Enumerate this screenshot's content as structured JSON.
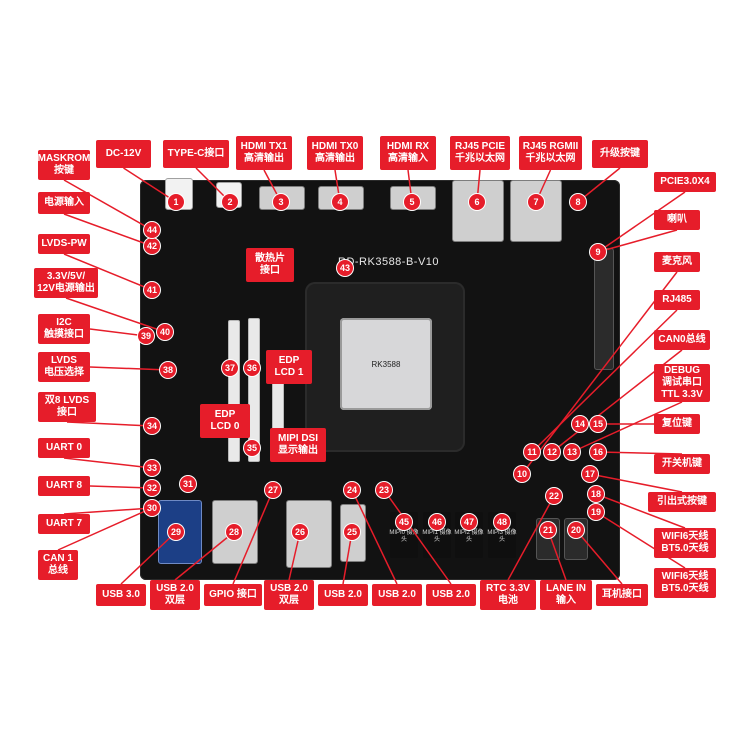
{
  "board_silk": "RD-RK3588-B-V10",
  "soc_text": "RK3588",
  "colors": {
    "callout": "#e61d2a",
    "board": "#121212",
    "line": "#e61d2a"
  },
  "callouts": {
    "dc": [
      "DC-12V"
    ],
    "typec": [
      "TYPE-C接口"
    ],
    "hdmitx1": [
      "HDMI TX1",
      "高清输出"
    ],
    "hdmitx0": [
      "HDMI TX0",
      "高清输出"
    ],
    "hdmirx": [
      "HDMI RX",
      "高清输入"
    ],
    "rj45pcie": [
      "RJ45 PCIE",
      "千兆以太网"
    ],
    "rj45rgmii": [
      "RJ45 RGMII",
      "千兆以太网"
    ],
    "upgrade": [
      "升级按键"
    ],
    "maskrom": [
      "MASKROM",
      "按键"
    ],
    "power_in": [
      "电源输入"
    ],
    "lvdspw": [
      "LVDS-PW"
    ],
    "pwrout": [
      "3.3V/5V/",
      "12V电源输出"
    ],
    "i2c": [
      "I2C",
      "触摸接口"
    ],
    "lvdsv": [
      "LVDS",
      "电压选择"
    ],
    "dual8lvds": [
      "双8 LVDS",
      "接口"
    ],
    "uart0": [
      "UART 0"
    ],
    "uart8": [
      "UART 8"
    ],
    "uart7": [
      "UART 7"
    ],
    "can1": [
      "CAN 1",
      "总线"
    ],
    "heatsink": [
      "散热片",
      "接口"
    ],
    "edp1": [
      "EDP",
      "LCD 1"
    ],
    "edp0": [
      "EDP",
      "LCD 0"
    ],
    "mipidsi": [
      "MIPI DSI",
      "显示输出"
    ],
    "pcie": [
      "PCIE3.0X4"
    ],
    "speaker": [
      "喇叭"
    ],
    "mic": [
      "麦克风"
    ],
    "rj485": [
      "RJ485"
    ],
    "can0": [
      "CAN0总线"
    ],
    "debug": [
      "DEBUG",
      "调试串口",
      "TTL 3.3V"
    ],
    "reset": [
      "复位键"
    ],
    "pwrkey": [
      "开关机键"
    ],
    "extkey": [
      "引出式按键"
    ],
    "wifi1": [
      "WIFI6天线",
      "BT5.0天线"
    ],
    "wifi2": [
      "WIFI6天线",
      "BT5.0天线"
    ],
    "usb30": [
      "USB 3.0"
    ],
    "usb20d1": [
      "USB 2.0",
      "双层"
    ],
    "gpio": [
      "GPIO 接口"
    ],
    "usb20d2": [
      "USB 2.0",
      "双层"
    ],
    "usb20a": [
      "USB 2.0"
    ],
    "usb20b": [
      "USB 2.0"
    ],
    "usb20c": [
      "USB 2.0"
    ],
    "rtc": [
      "RTC 3.3V",
      "电池"
    ],
    "lanein": [
      "LANE IN",
      "输入"
    ],
    "earphone": [
      "耳机接口"
    ]
  },
  "numbers": [
    "1",
    "2",
    "3",
    "4",
    "5",
    "6",
    "7",
    "8",
    "9",
    "10",
    "11",
    "12",
    "13",
    "14",
    "15",
    "16",
    "17",
    "18",
    "19",
    "20",
    "21",
    "22",
    "23",
    "24",
    "25",
    "26",
    "27",
    "28",
    "29",
    "30",
    "31",
    "32",
    "33",
    "34",
    "35",
    "36",
    "37",
    "38",
    "39",
    "40",
    "41",
    "42",
    "43",
    "44",
    "45",
    "46",
    "47",
    "48"
  ],
  "camera_labels": [
    "MIPI0 摄像头",
    "MIPI1 摄像头",
    "MIPI2 摄像头",
    "MIPI3 摄像头"
  ]
}
